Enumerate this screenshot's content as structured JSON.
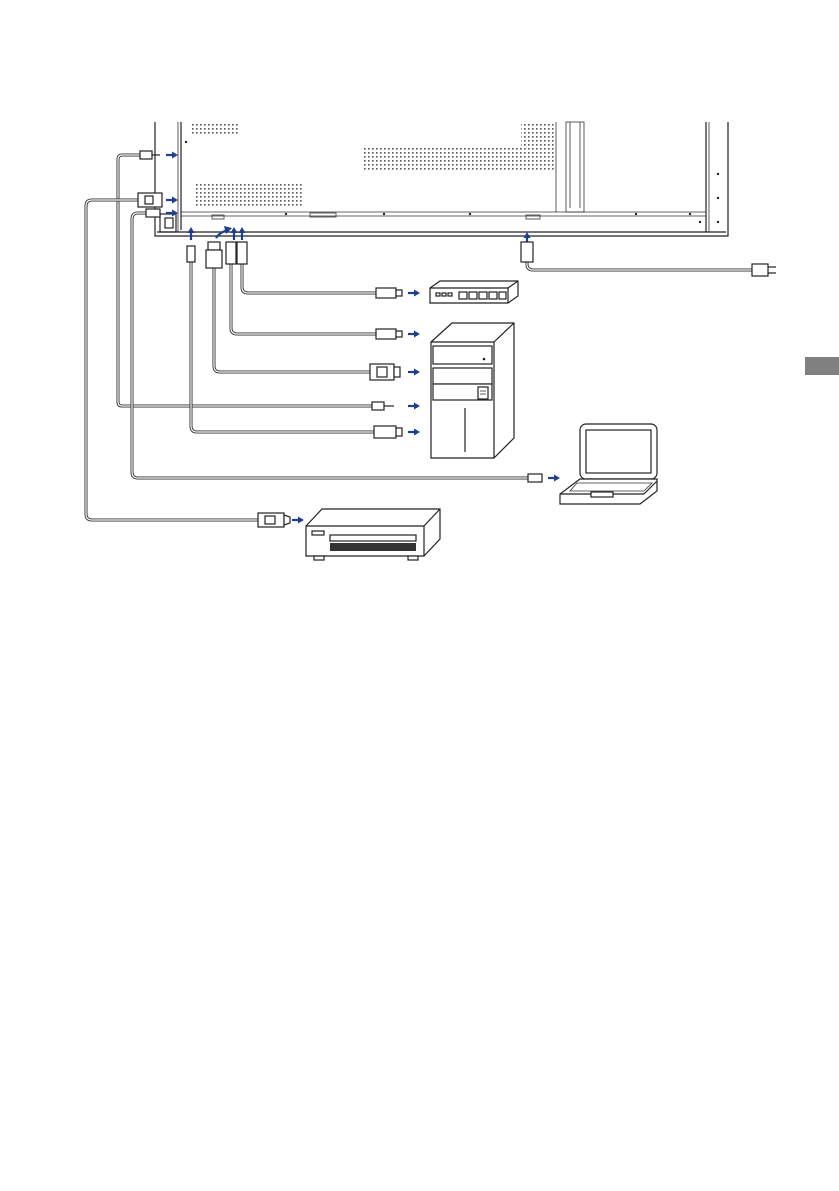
{
  "page": {
    "background": "#ffffff",
    "side_tab_color": "#808080",
    "arrow_color": "#1d3f8f"
  },
  "diagram": {
    "type": "connection-diagram",
    "devices": [
      {
        "id": "display",
        "icon": "display-rear-panel-icon"
      },
      {
        "id": "network-switch",
        "icon": "network-switch-icon"
      },
      {
        "id": "computer",
        "icon": "desktop-tower-icon"
      },
      {
        "id": "laptop",
        "icon": "laptop-icon"
      },
      {
        "id": "av-player",
        "icon": "av-player-icon"
      },
      {
        "id": "power-outlet",
        "icon": "power-plug-icon"
      }
    ],
    "connections": [
      {
        "id": "lan-cable",
        "from": "display",
        "to": "network-switch",
        "connector": "rj45-connector-icon"
      },
      {
        "id": "touch-usb-cable",
        "from": "display",
        "to": "computer",
        "connector": "usb-connector-icon"
      },
      {
        "id": "displayport-cable",
        "from": "display",
        "to": "computer",
        "connector": "displayport-connector-icon"
      },
      {
        "id": "audio-cable",
        "from": "display",
        "to": "computer",
        "connector": "mini-jack-connector-icon"
      },
      {
        "id": "usb-cable",
        "from": "display",
        "to": "computer",
        "connector": "usb-connector-icon"
      },
      {
        "id": "usb-c-cable",
        "from": "display",
        "to": "laptop",
        "connector": "usb-c-connector-icon"
      },
      {
        "id": "hdmi-cable",
        "from": "display",
        "to": "av-player",
        "connector": "hdmi-connector-icon"
      },
      {
        "id": "power-cable",
        "from": "display",
        "to": "power-outlet",
        "connector": "power-plug-icon"
      }
    ]
  }
}
